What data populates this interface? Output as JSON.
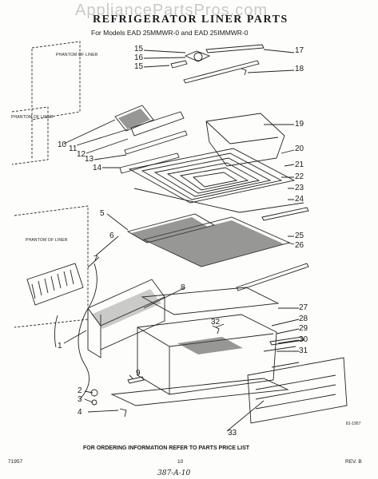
{
  "watermark": "AppliancePartsPros.com",
  "title": "REFRIGERATOR LINER PARTS",
  "subtitle": "For Models EAD 25MMWR-0 and EAD 25IMMWR-0",
  "phantom_labels": [
    "PHANTOM OF LINER",
    "PHANTOM OF LINER",
    "PHANTOM OF LINER"
  ],
  "callouts": [
    "15",
    "16",
    "15",
    "17",
    "18",
    "19",
    "20",
    "21",
    "22",
    "23",
    "24",
    "25",
    "26",
    "10",
    "11",
    "12",
    "13",
    "14",
    "5",
    "6",
    "7",
    "8",
    "1",
    "2",
    "3",
    "4",
    "9",
    "27",
    "28",
    "32",
    "29",
    "30",
    "31",
    "33"
  ],
  "footer": {
    "instruction": "FOR ORDERING INFORMATION REFER TO PARTS PRICE LIST",
    "left": "71957",
    "center": "10",
    "right": "REV. B",
    "handwritten": "387-A-10",
    "drawing_code": "81-1957"
  }
}
